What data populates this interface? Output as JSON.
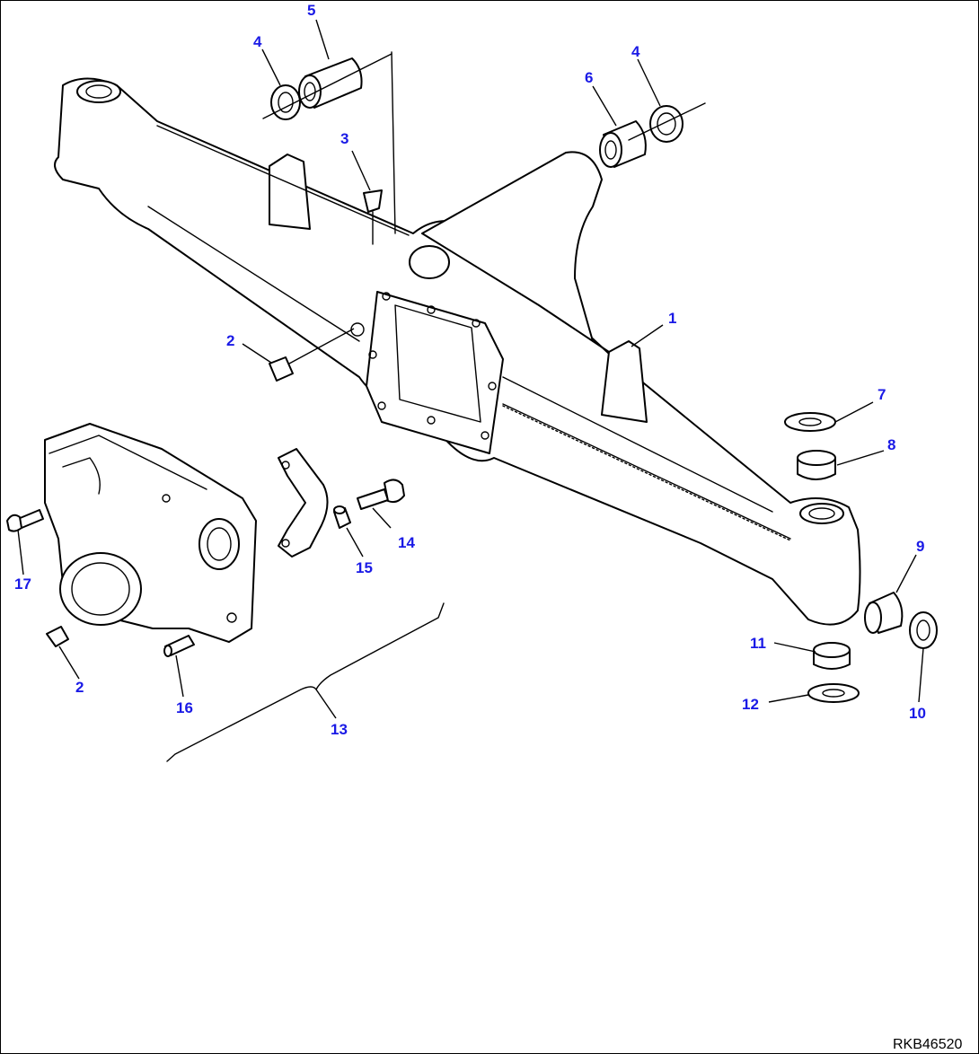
{
  "diagram": {
    "type": "exploded-parts-diagram",
    "callout_color": "#1a1ae6",
    "drawing_code": "RKB46520",
    "callouts": [
      "1",
      "2",
      "3",
      "4",
      "5",
      "4",
      "6",
      "7",
      "8",
      "9",
      "10",
      "11",
      "12",
      "13",
      "14",
      "15",
      "2",
      "16",
      "17"
    ]
  }
}
